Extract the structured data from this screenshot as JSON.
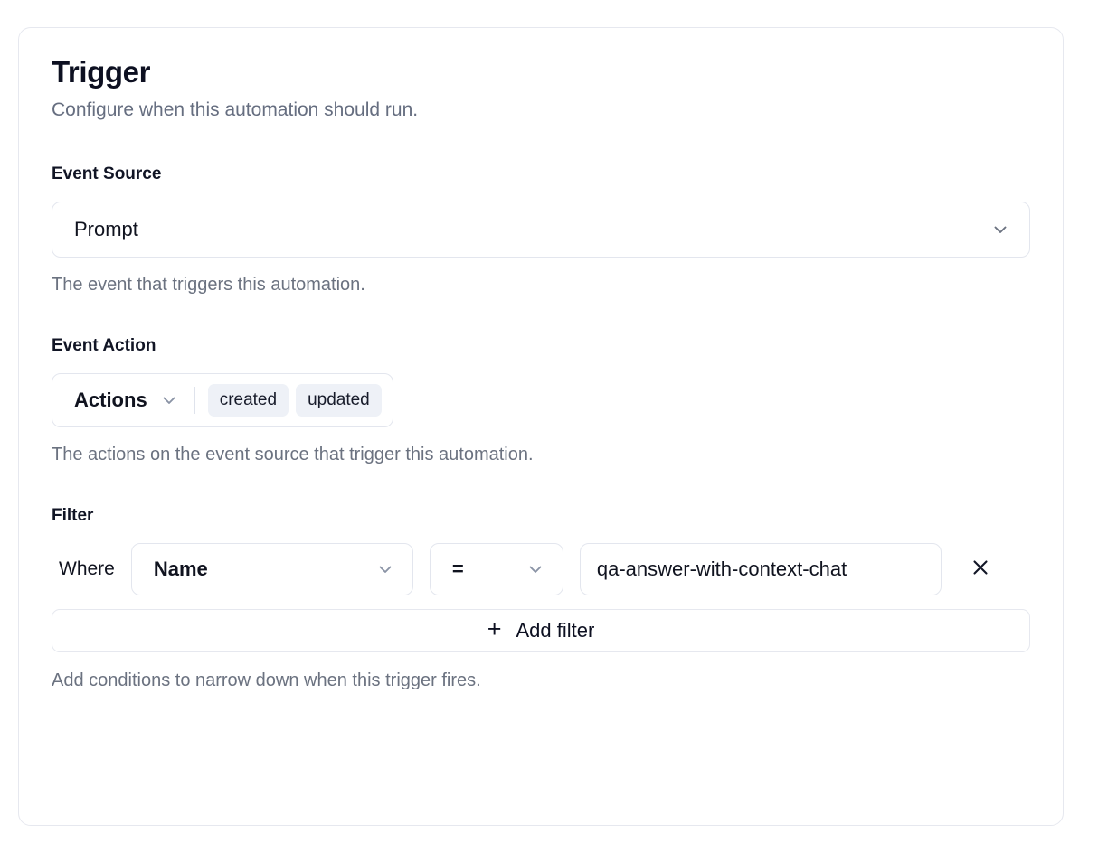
{
  "card": {
    "title": "Trigger",
    "subtitle": "Configure when this automation should run."
  },
  "event_source": {
    "label": "Event Source",
    "selected": "Prompt",
    "help": "The event that triggers this automation.",
    "chevron_icon": "chevron-down-icon"
  },
  "event_action": {
    "label": "Event Action",
    "trigger_label": "Actions",
    "chevron_icon": "chevron-down-icon",
    "selected_actions": [
      "created",
      "updated"
    ],
    "help": "The actions on the event source that trigger this automation."
  },
  "filter": {
    "label": "Filter",
    "where_label": "Where",
    "rows": [
      {
        "field": "Name",
        "operator": "=",
        "value": "qa-answer-with-context-chat",
        "remove_icon": "close-icon"
      }
    ],
    "add_filter_label": "Add filter",
    "add_filter_icon": "plus-icon",
    "help": "Add conditions to narrow down when this trigger fires."
  },
  "colors": {
    "card_border": "#e6e8ef",
    "control_border": "#e3e6ee",
    "pill_background": "#eef1f7",
    "text_primary": "#10131f",
    "text_muted": "#6b7280",
    "chevron": "#6b7280"
  }
}
